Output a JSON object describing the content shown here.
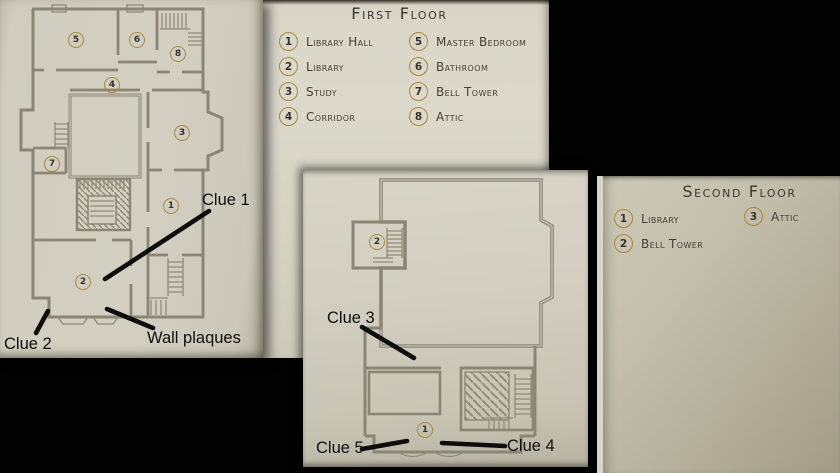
{
  "colors": {
    "paper": "#d2cfc1",
    "wall_ink": "#8a8575",
    "marker_gold": "#a8893a",
    "annotation_ink": "#0c0c0c",
    "background": "#000000"
  },
  "first_floor_legend": {
    "title": "First Floor",
    "columns": [
      {
        "items": [
          {
            "num": "1",
            "label": "Library Hall"
          },
          {
            "num": "2",
            "label": "Library"
          },
          {
            "num": "3",
            "label": "Study"
          },
          {
            "num": "4",
            "label": "Corridor"
          }
        ]
      },
      {
        "items": [
          {
            "num": "5",
            "label": "Master Bedroom"
          },
          {
            "num": "6",
            "label": "Bathroom"
          },
          {
            "num": "7",
            "label": "Bell Tower"
          },
          {
            "num": "8",
            "label": "Attic"
          }
        ]
      }
    ]
  },
  "second_floor_legend": {
    "title": "Second Floor",
    "columns": [
      {
        "items": [
          {
            "num": "1",
            "label": "Library"
          },
          {
            "num": "2",
            "label": "Bell Tower"
          }
        ]
      },
      {
        "items": [
          {
            "num": "3",
            "label": "Attic"
          }
        ]
      }
    ]
  },
  "first_floor_map": {
    "markers": [
      {
        "num": "5"
      },
      {
        "num": "6"
      },
      {
        "num": "8"
      },
      {
        "num": "4"
      },
      {
        "num": "3"
      },
      {
        "num": "7"
      },
      {
        "num": "1"
      },
      {
        "num": "2"
      }
    ]
  },
  "second_floor_map": {
    "markers": [
      {
        "num": "2"
      },
      {
        "num": "1"
      }
    ]
  },
  "annotations": {
    "items": [
      {
        "label": "Clue 1"
      },
      {
        "label": "Clue 2"
      },
      {
        "label": "Wall plaques"
      },
      {
        "label": "Clue 3"
      },
      {
        "label": "Clue 5"
      },
      {
        "label": "Clue 4"
      }
    ]
  }
}
